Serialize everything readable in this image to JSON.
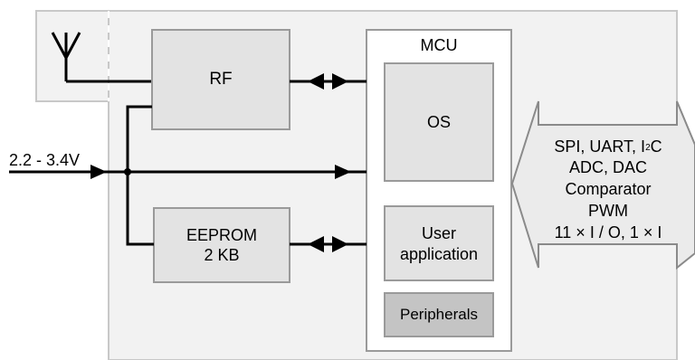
{
  "blocks": {
    "rf": {
      "label": "RF"
    },
    "mcu": {
      "label": "MCU"
    },
    "os": {
      "label": "OS"
    },
    "user_app": {
      "line1": "User",
      "line2": "application"
    },
    "peripherals": {
      "label": "Peripherals"
    },
    "eeprom": {
      "line1": "EEPROM",
      "line2": "2 KB"
    }
  },
  "power_input": {
    "label": "2.2 - 3.4V"
  },
  "interfaces": {
    "line1_prefix": "SPI, UART, I",
    "line1_sup": "2",
    "line1_suffix": "C",
    "line2": "ADC, DAC",
    "line3": "Comparator",
    "line4": "PWM",
    "line5": "11 × I / O, 1 × I"
  },
  "colors": {
    "module_fill": "#f2f2f2",
    "module_border": "#c8c8c8",
    "block_fill": "#e3e3e3",
    "block_border": "#9a9a9a",
    "peripherals_fill": "#c4c4c4",
    "mcu_fill": "#ffffff",
    "line": "#000000",
    "bus_fill": "#ebebeb"
  }
}
